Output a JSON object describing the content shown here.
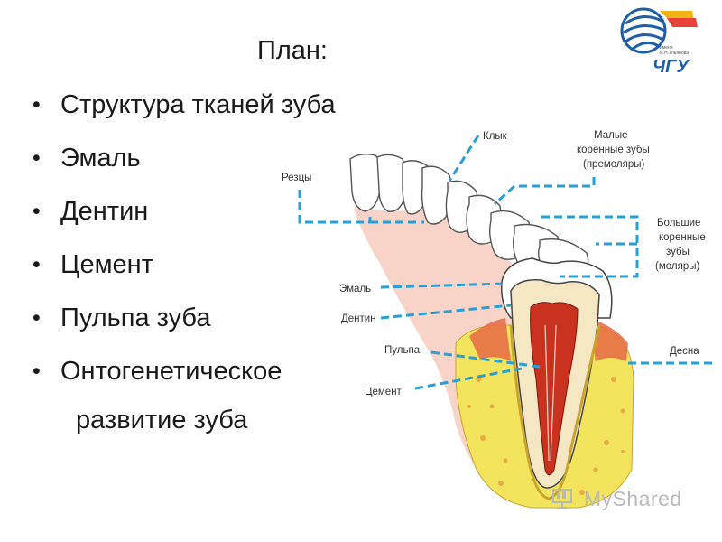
{
  "slide": {
    "title": "План:",
    "items": [
      "Структура тканей зуба",
      "Эмаль",
      "Дентин",
      "Цемент",
      "Пульпа зуба",
      "Онтогенетическое"
    ],
    "continuation": "развитие зуба",
    "bullet": "•"
  },
  "diagram": {
    "labels": {
      "incisors": "Резцы",
      "canine": "Клык",
      "premolars_line1": "Малые",
      "premolars_line2": "коренные зубы",
      "premolars_line3": "(премоляры)",
      "molars_line1": "Большие",
      "molars_line2": "коренные",
      "molars_line3": "зубы",
      "molars_line4": "(моляры)",
      "enamel": "Эмаль",
      "dentin": "Дентин",
      "pulp": "Пульпа",
      "cement": "Цемент",
      "gum": "Десна"
    },
    "colors": {
      "callout": "#2a9fd6",
      "bone": "#f2e25a",
      "gum": "#f2a08a",
      "pulp": "#c8321e",
      "enamel": "#ffffff",
      "dentin": "#f6e7c4"
    }
  },
  "logo": {
    "text": "ЧГУ",
    "small_line1": "имени",
    "small_line2": "И.Н.Ульянова",
    "icon": "globe-logo-icon"
  },
  "watermark": {
    "text": "MyShared",
    "icon": "presentation-icon"
  }
}
